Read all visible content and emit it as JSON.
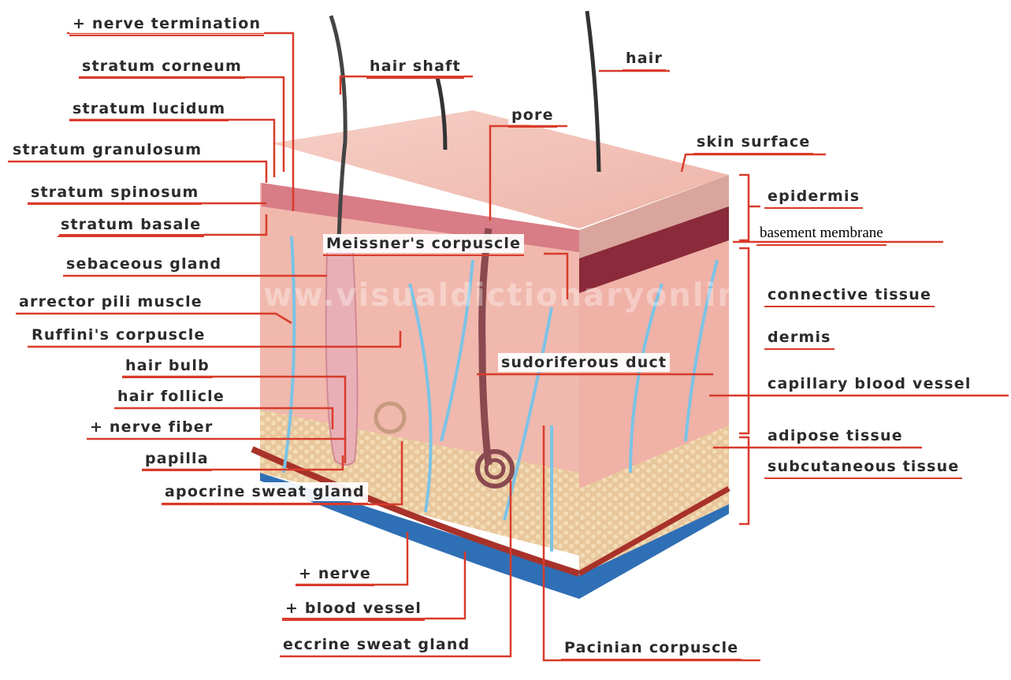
{
  "labels": {
    "nerve_termination": "+ nerve termination",
    "stratum_corneum": "stratum corneum",
    "stratum_lucidum": "stratum lucidum",
    "stratum_granulosum": "stratum granulosum",
    "stratum_spinosum": "stratum spinosum",
    "stratum_basale": "stratum basale",
    "sebaceous_gland": "sebaceous gland",
    "arrector_pili_muscle": "arrector pili muscle",
    "ruffinis_corpuscle": "Ruffini's corpuscle",
    "hair_bulb": "hair bulb",
    "hair_follicle": "hair follicle",
    "nerve_fiber": "+ nerve fiber",
    "papilla": "papilla",
    "apocrine_sweat_gland": "apocrine sweat gland",
    "nerve": "+ nerve",
    "blood_vessel": "+ blood vessel",
    "eccrine_sweat_gland": "eccrine sweat gland",
    "pacinian_corpuscle": "Pacinian corpuscle",
    "hair_shaft": "hair shaft",
    "hair": "hair",
    "pore": "pore",
    "skin_surface": "skin surface",
    "meissners_corpuscle": "Meissner's corpuscle",
    "sudoriferous_duct": "sudoriferous duct",
    "epidermis": "epidermis",
    "basement_membrane": "basement membrane",
    "connective_tissue": "connective tissue",
    "dermis": "dermis",
    "capillary_blood_vessel": "capillary blood vessel",
    "adipose_tissue": "adipose tissue",
    "subcutaneous_tissue": "subcutaneous tissue"
  },
  "watermark": "www.visualdictionaryonline.com",
  "colors": {
    "leader": "#d93b2b",
    "epidermis": "#f2c7c0",
    "dermis": "#f4b7b0",
    "adipose": "#e9c8a0",
    "vessel_blue": "#2f6fb5",
    "vessel_red": "#a8322a",
    "nerve_light_blue": "#7cc3e6"
  }
}
